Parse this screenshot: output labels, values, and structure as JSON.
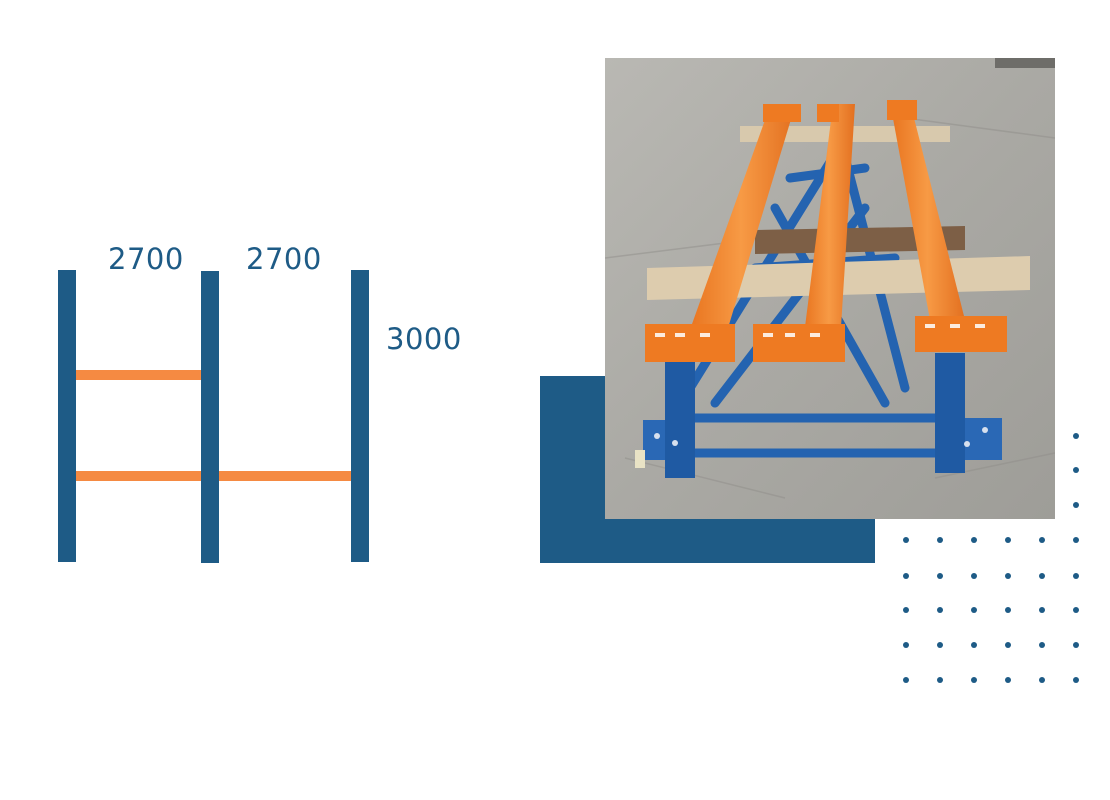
{
  "diagram": {
    "bay_widths": [
      "2700",
      "2700"
    ],
    "frame_height": "3000"
  },
  "photo": {
    "icon": "pallet-racking-photo"
  },
  "colors": {
    "upright": "#1e5b86",
    "beam": "#f58a42",
    "accent_block": "#1e5b86"
  }
}
